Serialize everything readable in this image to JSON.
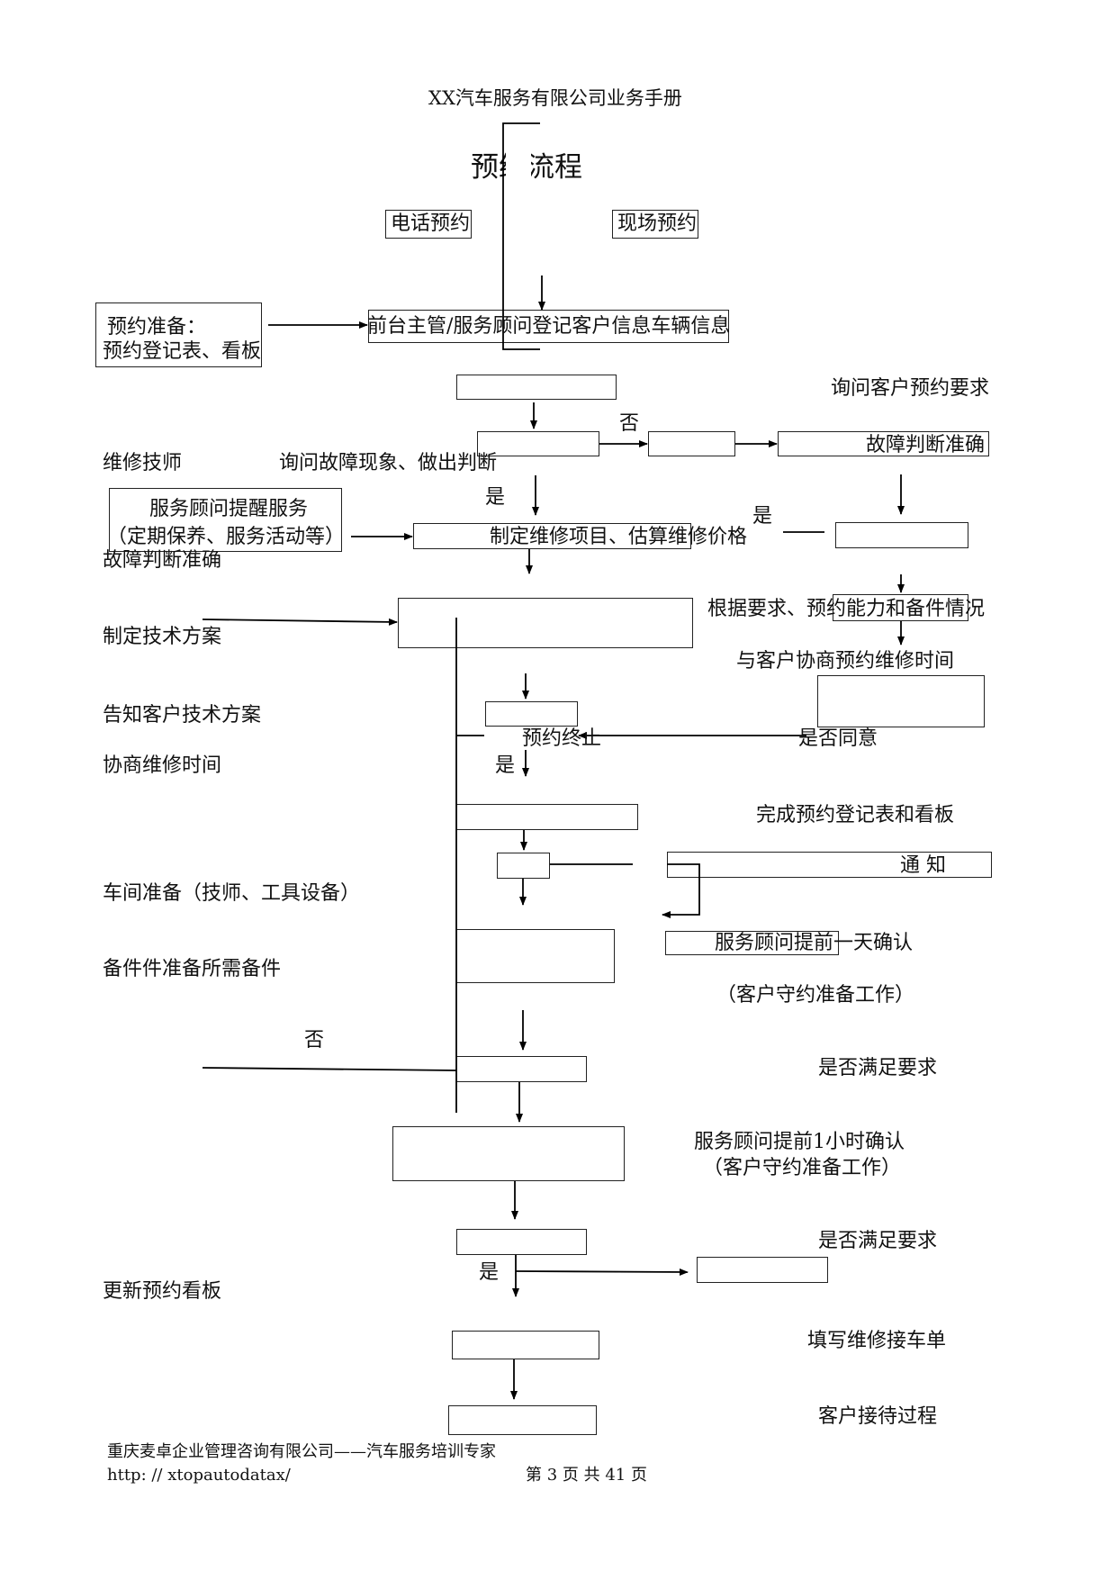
{
  "header": {
    "title": "XX汽车服务有限公司业务手册"
  },
  "flow_title": "预约流程",
  "entry": {
    "phone": "电话预约",
    "onsite": "现场预约"
  },
  "prep": {
    "line1": "预约准备：",
    "line2": "预约登记表、看板"
  },
  "register": "前台主管/服务顾问登记客户信息车辆信息",
  "ask_request": "询问客户预约要求",
  "tech": {
    "label": "维修技师",
    "ask_fault": "询问故障现象、做出判断",
    "fault_ok_right": "故障判断准确",
    "fault_ok_left": "故障判断准确",
    "make_plan": "制定技术方案",
    "tell_plan": "告知客户技术方案",
    "negotiate": "协商维修时间"
  },
  "reminder": {
    "line1": "服务顾问提醒服务",
    "line2": "（定期保养、服务活动等）"
  },
  "estimate": "制定维修项目、估算维修价格",
  "capacity": "根据要求、预约能力和备件情况",
  "negotiate_time": "与客户协商预约维修时间",
  "agree_q": "是否同意",
  "terminate": "预约终止",
  "complete_reg": "完成预约登记表和看板",
  "notify": "通  知",
  "workshop_prep": "车间准备（技师、工具设备）",
  "parts_prep": "备件件准备所需备件",
  "confirm_day": "服务顾问提前一天确认",
  "keep_prep_1": "（客户守约准备工作）",
  "meet_req_1": "是否满足要求",
  "confirm_hour": "服务顾问提前1小时确认",
  "keep_prep_2": "（客户守约准备工作）",
  "meet_req_2": "是否满足要求",
  "update_board": "更新预约看板",
  "fill_order": "填写维修接车单",
  "reception": "客户接待过程",
  "yes": "是",
  "no": "否",
  "footer": {
    "company": "重庆麦卓企业管理咨询有限公司——汽车服务培训专家",
    "url": "http: // xtopautodatax/",
    "page_info": "第 3 页 共 41 页"
  },
  "colors": {
    "line": "#000000",
    "text": "#111111",
    "background": "#ffffff"
  }
}
